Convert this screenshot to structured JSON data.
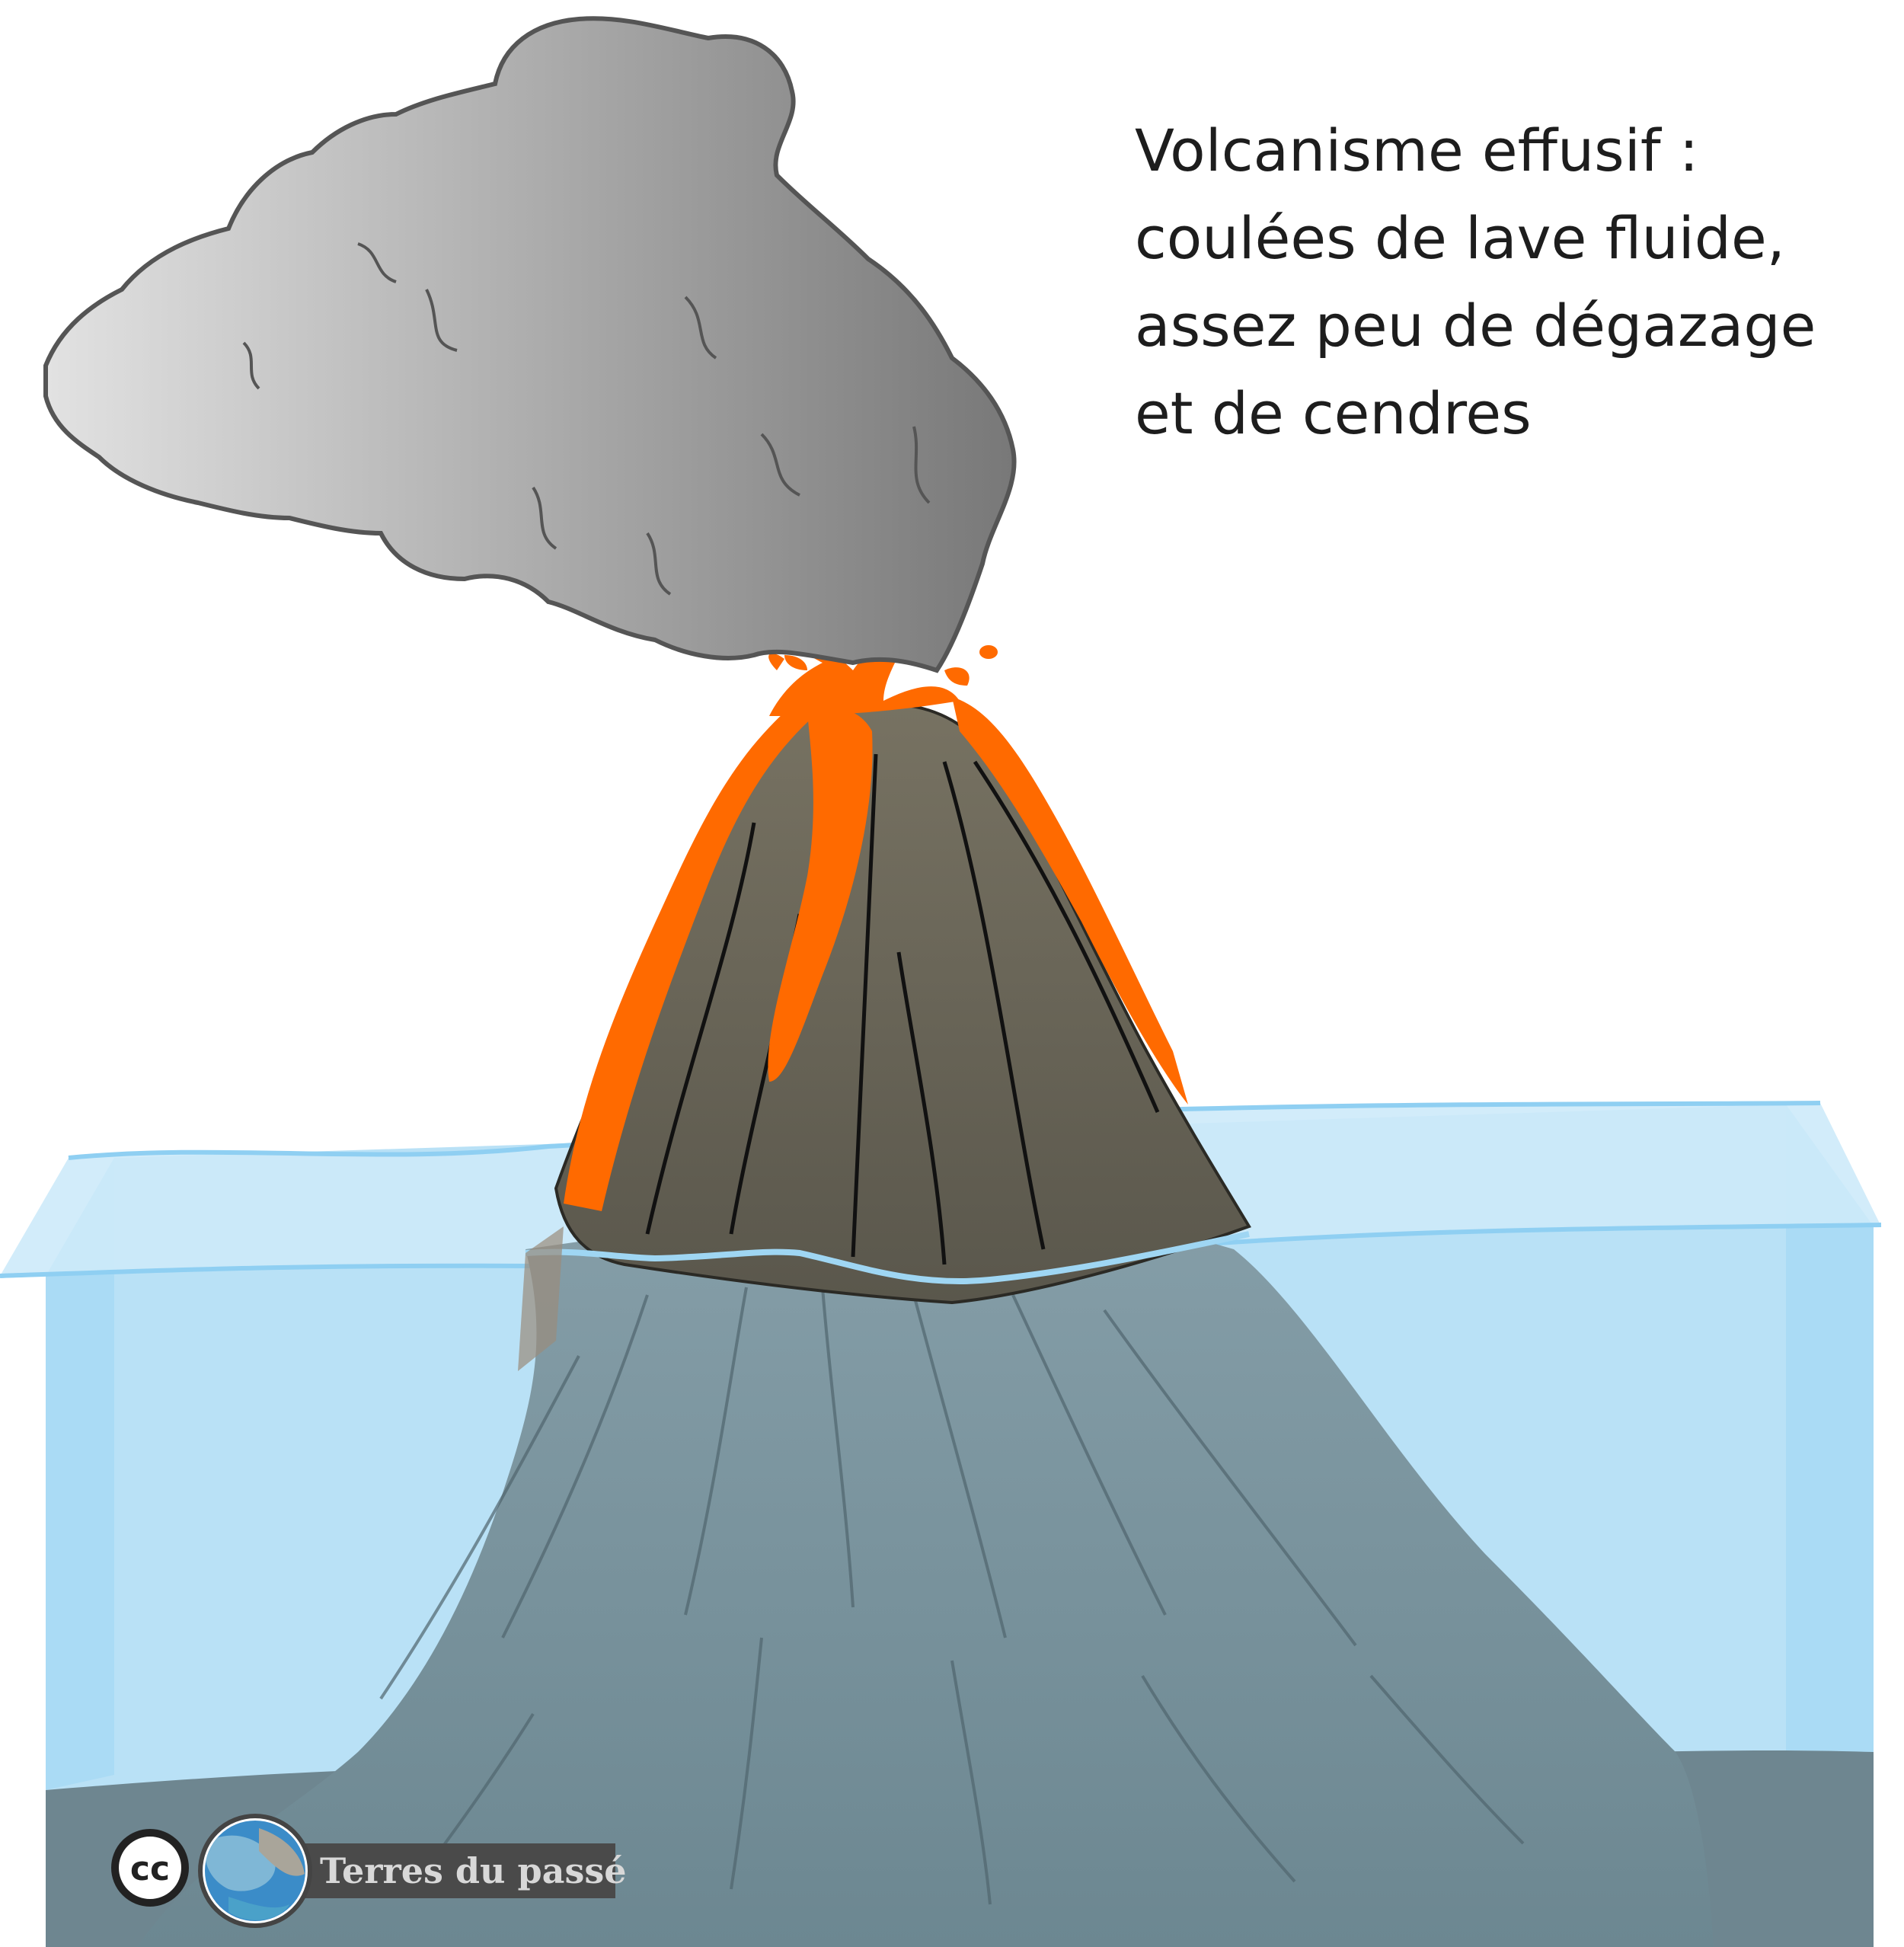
{
  "caption": {
    "lines": [
      "Volcanisme effusif :",
      "coulées de lave fluide,",
      "assez peu de dégazage",
      "et de cendres"
    ]
  },
  "credit": {
    "license_badge": "cc",
    "label": "Terres du passé"
  },
  "colors": {
    "sky": "#ffffff",
    "sea": "#b9e1f6",
    "sea_edge": "#a3d7f4",
    "seafloor": "#6e8690",
    "underwater_volcano": "#7d98a2",
    "emerged_cone": "#6a6556",
    "lava": "#ff6a00",
    "ash_cloud_light": "#dedede",
    "ash_cloud_dark": "#7d7d7d"
  },
  "icons": [
    "creative-commons-icon",
    "globe-logo-icon"
  ]
}
